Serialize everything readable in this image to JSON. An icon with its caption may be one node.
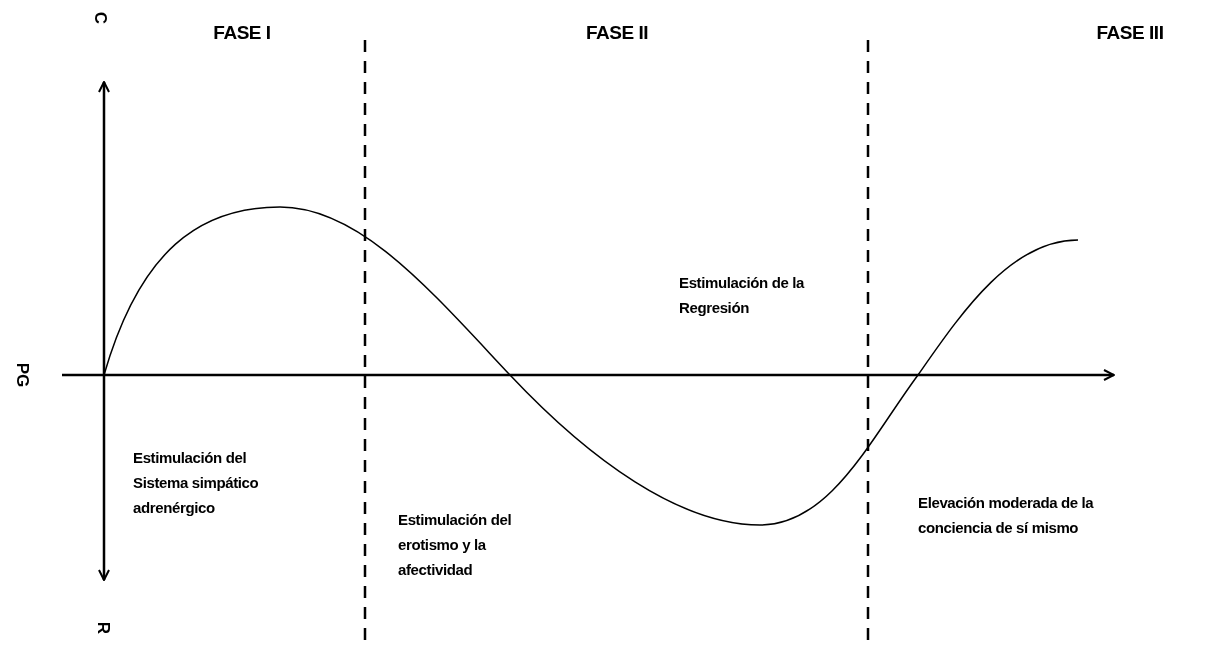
{
  "diagram": {
    "labels": [
      "C",
      "FASE I",
      "FASE II",
      "FASE III",
      "Estimulación de la Regresión",
      "PG",
      "Estimulación del Sistema simpático adrenérgico",
      "Estimulación del erotismo y la afectividad",
      "Elevación moderada de la conciencia de sí mismo",
      "R"
    ]
  }
}
